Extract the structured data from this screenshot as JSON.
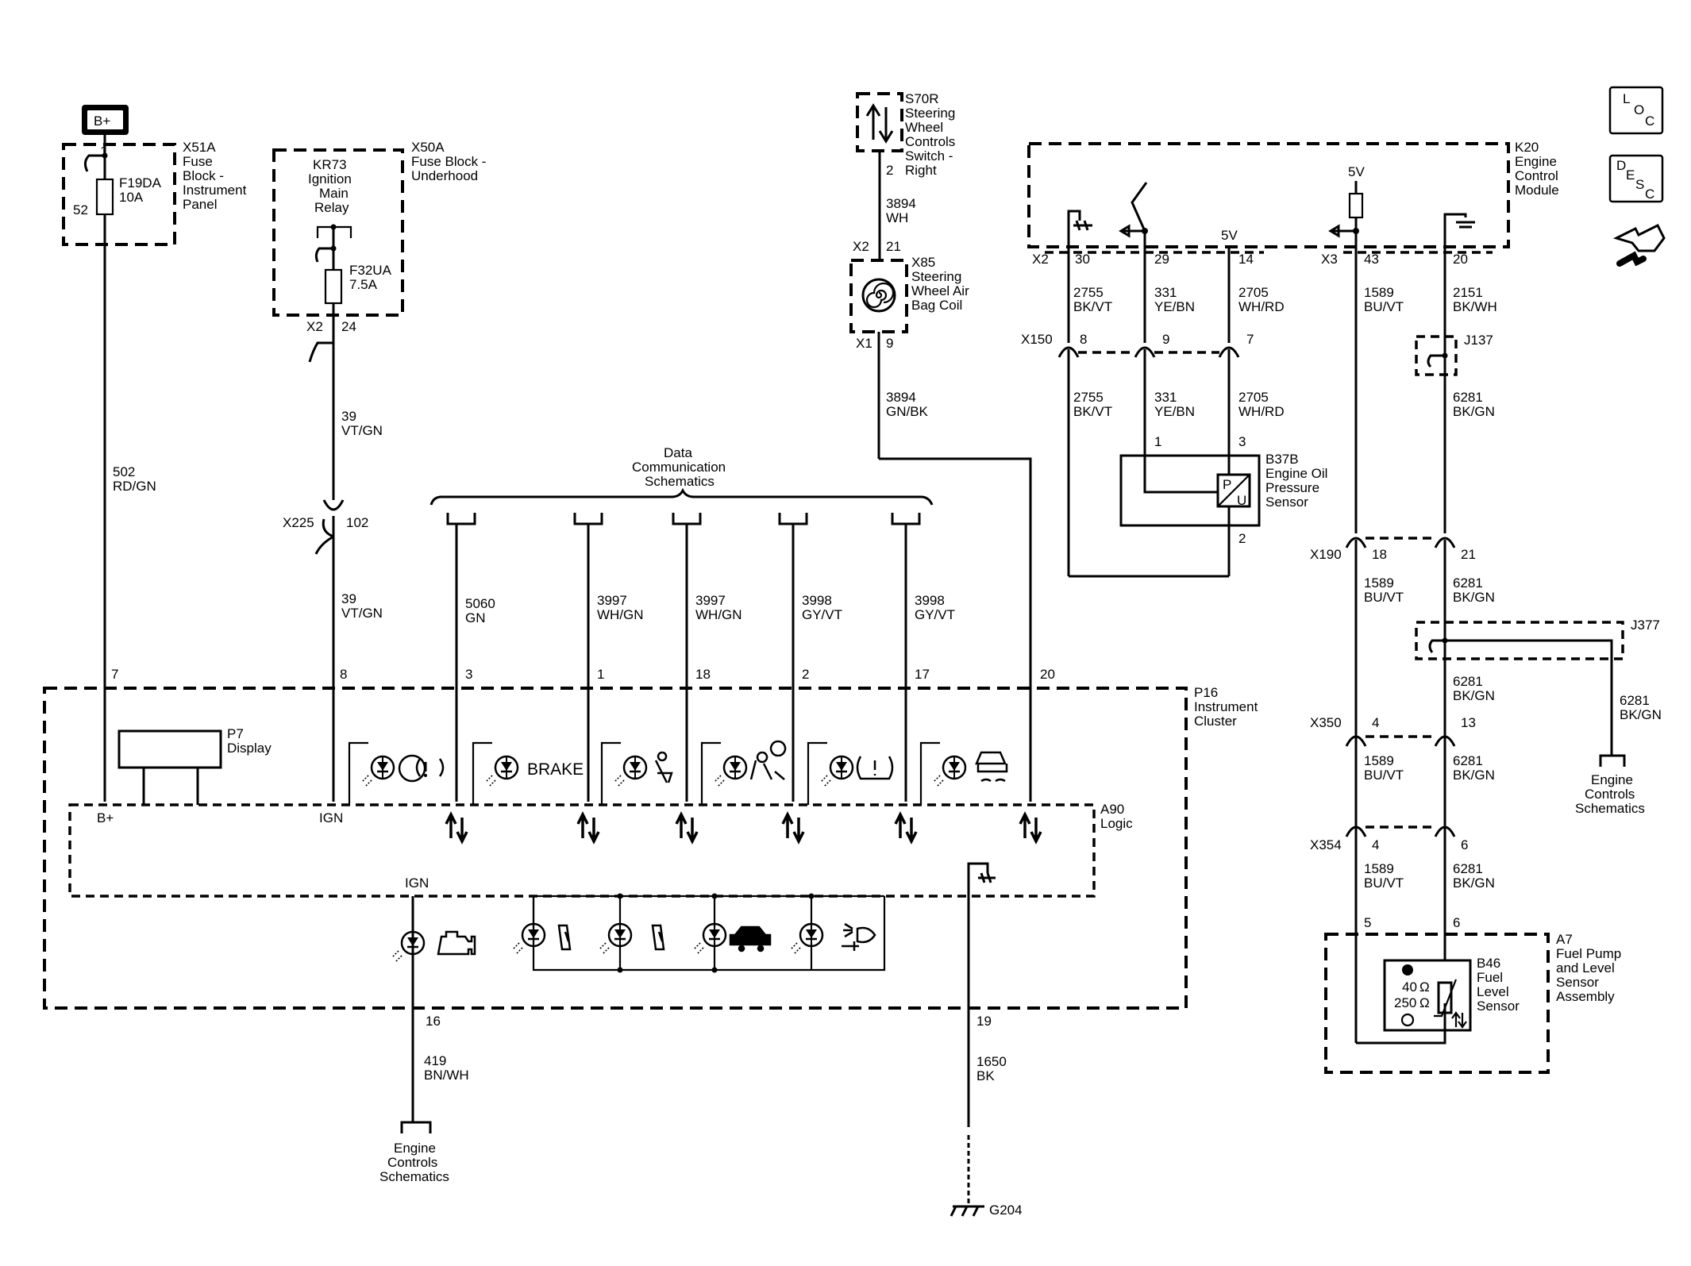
{
  "power": {
    "b_plus": "B+"
  },
  "x51a": {
    "l1": "X51A",
    "l2": "Fuse",
    "l3": "Block -",
    "l4": "Instrument",
    "l5": "Panel",
    "pin_top": "1",
    "pin_left": "52",
    "fuse": "F19DA",
    "amps": "10A"
  },
  "x50a": {
    "l1": "X50A",
    "l2": "Fuse Block -",
    "l3": "Underhood",
    "relay1": "KR73",
    "relay2": "Ignition",
    "relay3": "Main",
    "relay4": "Relay",
    "fuse": "F32UA",
    "amps": "7.5A",
    "conn": "X2",
    "pin": "24"
  },
  "wires": {
    "w502": {
      "num": "502",
      "color": "RD/GN"
    },
    "w39a": {
      "num": "39",
      "color": "VT/GN"
    },
    "w39b": {
      "num": "39",
      "color": "VT/GN"
    },
    "w5060": {
      "num": "5060",
      "color": "GN"
    },
    "w3997a": {
      "num": "3997",
      "color": "WH/GN"
    },
    "w3997b": {
      "num": "3997",
      "color": "WH/GN"
    },
    "w3998a": {
      "num": "3998",
      "color": "GY/VT"
    },
    "w3998b": {
      "num": "3998",
      "color": "GY/VT"
    },
    "w3894a": {
      "num": "3894",
      "color": "WH"
    },
    "w3894b": {
      "num": "3894",
      "color": "GN/BK"
    },
    "w419": {
      "num": "419",
      "color": "BN/WH"
    },
    "w1650": {
      "num": "1650",
      "color": "BK"
    },
    "w2755a": {
      "num": "2755",
      "color": "BK/VT"
    },
    "w331a": {
      "num": "331",
      "color": "YE/BN"
    },
    "w2705a": {
      "num": "2705",
      "color": "WH/RD"
    },
    "w2755b": {
      "num": "2755",
      "color": "BK/VT"
    },
    "w331b": {
      "num": "331",
      "color": "YE/BN"
    },
    "w2705b": {
      "num": "2705",
      "color": "WH/RD"
    },
    "w1589a": {
      "num": "1589",
      "color": "BU/VT"
    },
    "w1589b": {
      "num": "1589",
      "color": "BU/VT"
    },
    "w1589c": {
      "num": "1589",
      "color": "BU/VT"
    },
    "w1589d": {
      "num": "1589",
      "color": "BU/VT"
    },
    "w2151": {
      "num": "2151",
      "color": "BK/WH"
    },
    "w6281a": {
      "num": "6281",
      "color": "BK/GN"
    },
    "w6281b": {
      "num": "6281",
      "color": "BK/GN"
    },
    "w6281c": {
      "num": "6281",
      "color": "BK/GN"
    },
    "w6281d": {
      "num": "6281",
      "color": "BK/GN"
    },
    "w6281e": {
      "num": "6281",
      "color": "BK/GN"
    },
    "w6281f": {
      "num": "6281",
      "color": "BK/GN"
    }
  },
  "x225": {
    "name": "X225",
    "pin": "102"
  },
  "dcs": {
    "l1": "Data",
    "l2": "Communication",
    "l3": "Schematics"
  },
  "s70r": {
    "l1": "S70R",
    "l2": "Steering",
    "l3": "Wheel",
    "l4": "Controls",
    "l5": "Switch -",
    "l6": "Right",
    "pin": "2"
  },
  "x85": {
    "conn_top": "X2",
    "pin_top": "21",
    "l1": "X85",
    "l2": "Steering",
    "l3": "Wheel Air",
    "l4": "Bag Coil",
    "conn_bot": "X1",
    "pin_bot": "9"
  },
  "p16": {
    "l1": "P16",
    "l2": "Instrument",
    "l3": "Cluster",
    "pins": {
      "p7": "7",
      "p8": "8",
      "p3": "3",
      "p1": "1",
      "p18": "18",
      "p2": "2",
      "p17": "17",
      "p20": "20",
      "p16": "16",
      "p19": "19"
    },
    "p7_display": {
      "l1": "P7",
      "l2": "Display"
    },
    "brake": "BRAKE",
    "a90": {
      "l1": "A90",
      "l2": "Logic"
    },
    "bplus": "B+",
    "ign": "IGN",
    "ign2": "IGN"
  },
  "ecs_left": {
    "l1": "Engine",
    "l2": "Controls",
    "l3": "Schematics"
  },
  "g204": "G204",
  "k20": {
    "l1": "K20",
    "l2": "Engine",
    "l3": "Control",
    "l4": "Module",
    "x2": "X2",
    "x3": "X3",
    "p30": "30",
    "p29": "29",
    "p14": "14",
    "p43": "43",
    "p20": "20",
    "v5a": "5V",
    "v5b": "5V"
  },
  "x150": {
    "name": "X150",
    "p8": "8",
    "p9": "9",
    "p7": "7"
  },
  "b37b": {
    "l1": "B37B",
    "l2": "Engine Oil",
    "l3": "Pressure",
    "l4": "Sensor",
    "p1": "1",
    "p3": "3",
    "p2": "2",
    "sym_p": "P",
    "sym_u": "U"
  },
  "j137": "J137",
  "x190": {
    "name": "X190",
    "p18": "18",
    "p21": "21"
  },
  "j377": "J377",
  "x350": {
    "name": "X350",
    "p4": "4",
    "p13": "13"
  },
  "x354": {
    "name": "X354",
    "p4": "4",
    "p6": "6"
  },
  "ecs_right": {
    "l1": "Engine",
    "l2": "Controls",
    "l3": "Schematics"
  },
  "a7": {
    "l1": "A7",
    "l2": "Fuel Pump",
    "l3": "and Level",
    "l4": "Sensor",
    "l5": "Assembly",
    "p5": "5",
    "p6": "6"
  },
  "b46": {
    "l1": "B46",
    "l2": "Fuel",
    "l3": "Level",
    "l4": "Sensor",
    "r40": "40",
    "r250": "250",
    "ohm": "Ω"
  },
  "side_icons": {
    "loc": [
      "L",
      "O",
      "C"
    ],
    "desc": [
      "D",
      "E",
      "S",
      "C"
    ]
  }
}
